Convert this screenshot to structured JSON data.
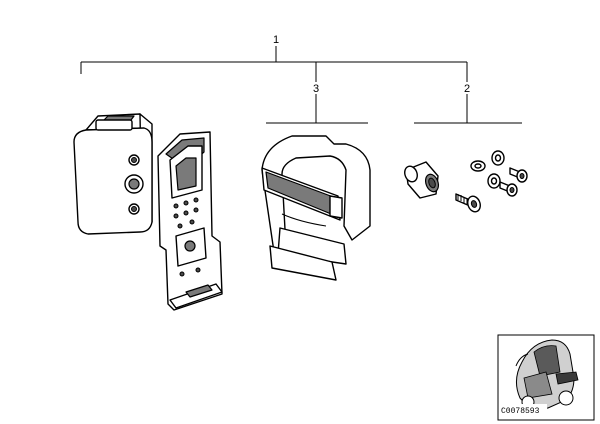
{
  "callouts": {
    "main_assembly": "1",
    "screw_kit": "2",
    "strap_bracket": "3"
  },
  "thumbnail": {
    "caption": "C0078593"
  },
  "colors": {
    "line": "#000000",
    "part_shading": "#7a7a7a",
    "background": "#ffffff"
  }
}
